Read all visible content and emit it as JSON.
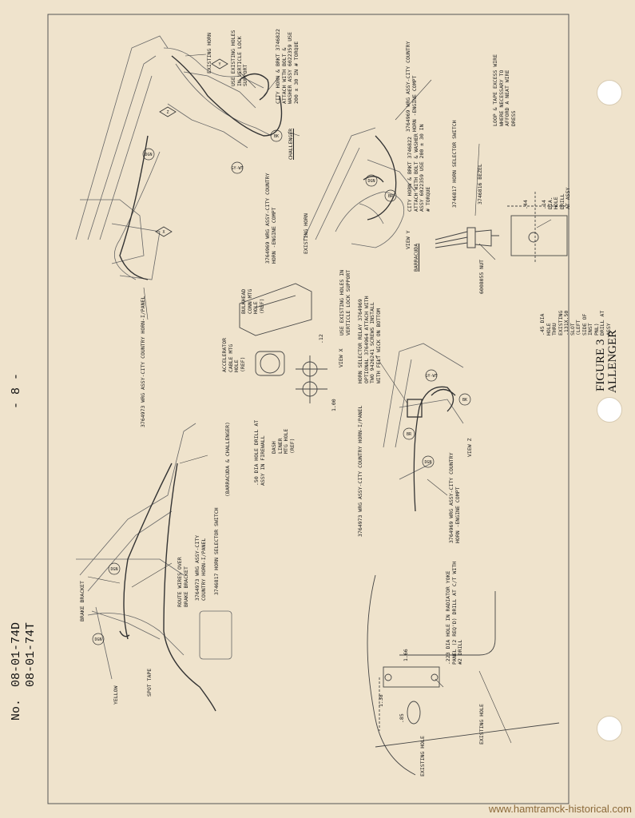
{
  "header": {
    "doc_prefix": "No.",
    "doc_number_1": "08-01-74D",
    "doc_number_2": "08-01-74T",
    "page_number": "- 8 -"
  },
  "figure": {
    "line1": "FIGURE 3",
    "line2": "ALLENGER"
  },
  "labels": {
    "existing_holes_vertical_lock": "USE EXISTING HOLES IN VERTICLE LOCK SUPPORT",
    "existing_horn_top": "EXISTING HORN",
    "city_horn_brkt_1": "CITY HORN & BRKT 3746822 ATTACH WITH BOLT & WASHER ASSY 6022359 USE 200 ± 30 IN # TORQUE",
    "wrg_engine_compt_1": "3764969 WRG ASSY-CITY COUNTRY HORN -ENGINE COMPT",
    "challenger": "CHALLENGER",
    "wrg_engine_compt_2": "3764969 WRG ASSY-CITY COUNTRY HORN -ENGINE COMPT",
    "city_horn_brkt_2": "CITY HORN & BRKT 3746822 ATTACH WITH BOLT & WASHER ASSY 6022359 USE 200 ± 30 IN # TORQUE",
    "horn_selector_switch_1": "3746817 HORN SELECTOR SWITCH",
    "bezel": "3746816 BEZEL",
    "loop_tape": "LOOP & TAPE EXCESS WIRE WHERE NECESSARY TO AFFORD A NEAT WIRE DRESS",
    "dia_hole_14": ".14 DIA. HOLE DRILL AT ASSY",
    "dim_44": ".44",
    "existing_horn_mid": "EXISTING HORN",
    "view_y": "VIEW Y",
    "barracuda": "BARRACUDA",
    "use_existing_holes_2": "USE EXISTING HOLES IN VERTICLE LOCK SUPPORT",
    "nut": "6008055 NUT",
    "dia_hole_45": ".45 DIA HOLE THRU EXISTING .131X.50 SLOT (LEFT SIDE OF INST PNL) DRILL AT ASSY",
    "wrg_panel_top": "3764973 WRG ASSY-CITY COUNTRY HORN-I/PANEL",
    "bulkhead_conn": "BULKHEAD CONN MTG HOLE (REF)",
    "accel_cable": "ACCELERATOR CABLE MTG HOLE (REF)",
    "view_x": "VIEW X",
    "dim_12": ".12",
    "horn_selector_relay": "HORN SELECTOR RELAY 3764969 OPTIONAL 3764964 ATTACH WITH TWO 9426241 SCREWS INSTALL WITH FELT WICK ON BOTTOM",
    "dim_100": "1.00",
    "dia_hole_50": ".50 DIA HOLE DRILL AT ASSY IN FIREWALL",
    "dash_liner": "DASH LINER MTG HOLE (REF)",
    "wrg_panel_mid": "3764973 WRG ASSY-CITY COUNTRY HORN-I/PANEL",
    "view_z": "VIEW Z",
    "wrg_engine_compt_3": "3764969 WRG ASSY-CITY COUNTRY HORN -ENGINE COMPT",
    "barracuda_challenger": "(BARRACUDA & CHALLENGER)",
    "horn_selector_switch_2": "3746817 HORN SELECTOR SWITCH",
    "wrg_panel_bottom": "3764973 WRG ASSY-CITY COUNTRY HORN-I/PANEL",
    "route_wires": "ROUTE WIRES OVER BRAKE BRACKET",
    "brake_bracket": "BRAKE BRACKET",
    "yellow": "YELLOW",
    "spot_tape": "SPOT TAPE",
    "dia_hole_223": ".223 DIA HOLE IN RADIATOR YOKE PANEL (2 REQ'D) DRILL AT C/T WITH #2 DRILL",
    "dim_166": "1.66",
    "dim_138": "1.38",
    "dim_85": ".85",
    "existing_hole_1": "EXISTING HOLE",
    "existing_hole_2": "EXISTING HOLE"
  },
  "callouts": {
    "x": "X",
    "z": "Z",
    "y": "Y",
    "br": "BR",
    "dgn": "DGN",
    "bk": "BK",
    "gywt": "GY-WT"
  },
  "watermark": "www.hamtramck-historical.com"
}
